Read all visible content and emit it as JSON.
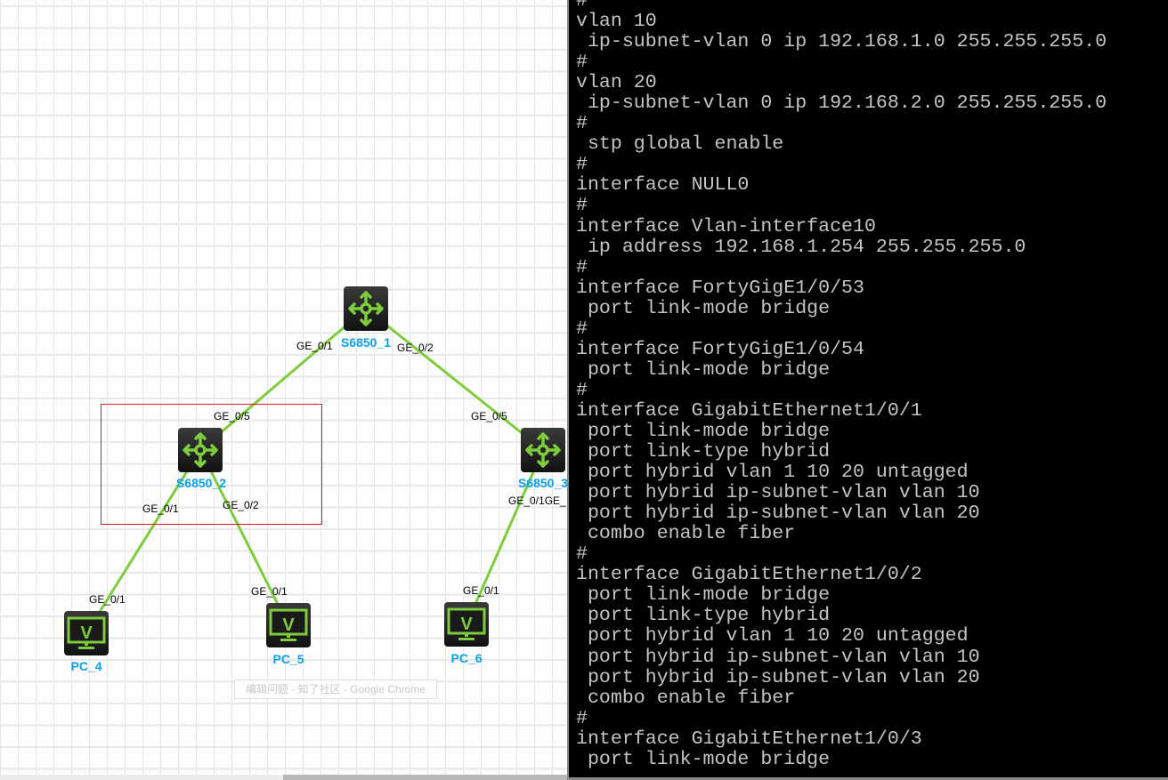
{
  "topology": {
    "nodes": [
      {
        "id": "s1",
        "label": "S6850_1",
        "type": "switch"
      },
      {
        "id": "s2",
        "label": "S6850_2",
        "type": "switch"
      },
      {
        "id": "s3",
        "label": "S6850_3",
        "type": "switch"
      },
      {
        "id": "pc4",
        "label": "PC_4",
        "type": "pc"
      },
      {
        "id": "pc5",
        "label": "PC_5",
        "type": "pc"
      },
      {
        "id": "pc6",
        "label": "PC_6",
        "type": "pc"
      }
    ],
    "ports": {
      "s1_ge01": "GE_0/1",
      "s1_ge02": "GE_0/2",
      "s2_ge05": "GE_0/5",
      "s3_ge05": "GE_0/5",
      "s2_ge01": "GE_0/1",
      "s2_ge02": "GE_0/2",
      "pc4_ge01": "GE_0/1",
      "pc5_ge01": "GE_0/1",
      "pc6_ge01": "GE_0/1",
      "s3_ge01": "GE_0/1GE_"
    },
    "pc_glyph": "V",
    "link_color": "#7ccc3c",
    "label_color": "#0aa0f0",
    "selection_color": "#e8141c"
  },
  "tooltip": "编辑问题 - 知了社区 - Google Chrome",
  "terminal": {
    "lines": [
      "#",
      "vlan 10",
      " ip-subnet-vlan 0 ip 192.168.1.0 255.255.255.0",
      "#",
      "vlan 20",
      " ip-subnet-vlan 0 ip 192.168.2.0 255.255.255.0",
      "#",
      " stp global enable",
      "#",
      "interface NULL0",
      "#",
      "interface Vlan-interface10",
      " ip address 192.168.1.254 255.255.255.0",
      "#",
      "interface FortyGigE1/0/53",
      " port link-mode bridge",
      "#",
      "interface FortyGigE1/0/54",
      " port link-mode bridge",
      "#",
      "interface GigabitEthernet1/0/1",
      " port link-mode bridge",
      " port link-type hybrid",
      " port hybrid vlan 1 10 20 untagged",
      " port hybrid ip-subnet-vlan vlan 10",
      " port hybrid ip-subnet-vlan vlan 20",
      " combo enable fiber",
      "#",
      "interface GigabitEthernet1/0/2",
      " port link-mode bridge",
      " port link-type hybrid",
      " port hybrid vlan 1 10 20 untagged",
      " port hybrid ip-subnet-vlan vlan 10",
      " port hybrid ip-subnet-vlan vlan 20",
      " combo enable fiber",
      "#",
      "interface GigabitEthernet1/0/3",
      " port link-mode bridge"
    ]
  }
}
